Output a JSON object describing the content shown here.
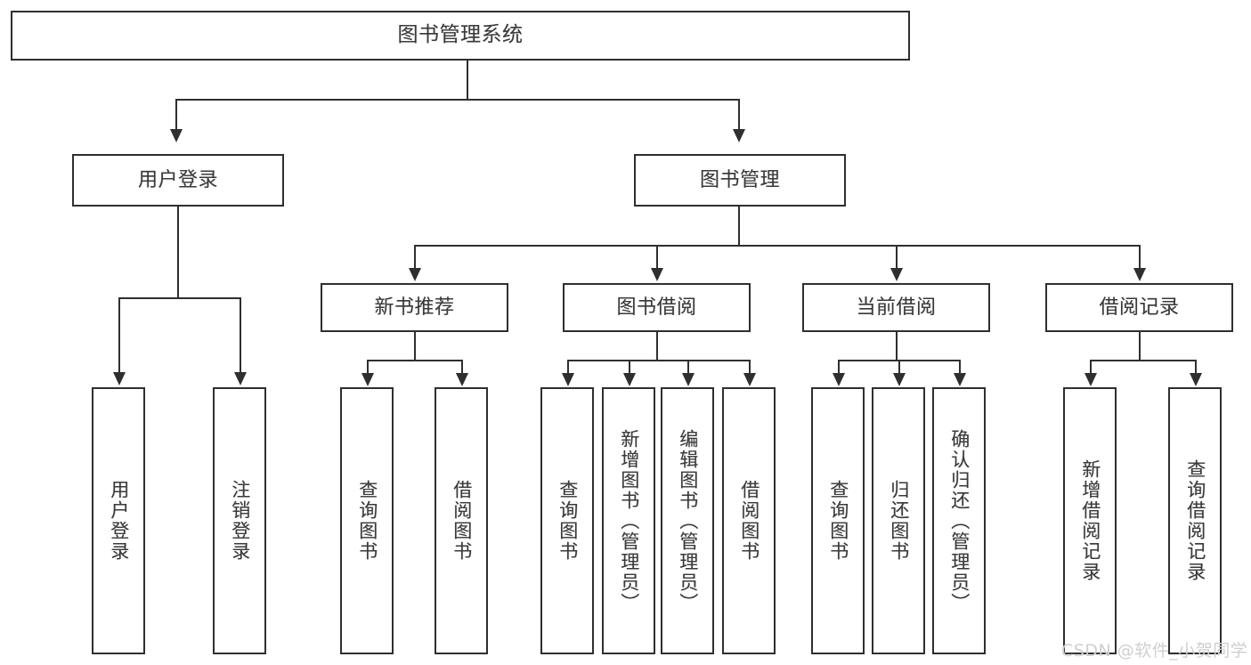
{
  "diagram": {
    "title": "图书管理系统",
    "type": "tree",
    "watermark": "CSDN @软件_小贺同学",
    "colors": {
      "box_border": "#2f2f2f",
      "box_fill": "#ffffff",
      "text": "#3a3a3a",
      "connector": "#2f2f2f",
      "watermark": "#cfcfcf",
      "background": "#ffffff"
    },
    "nodes": {
      "root": {
        "label": "图书管理系统"
      },
      "level1": [
        {
          "id": "user-login",
          "label": "用户登录"
        },
        {
          "id": "book-manage",
          "label": "图书管理"
        }
      ],
      "level2": [
        {
          "id": "new-book-recommend",
          "label": "新书推荐"
        },
        {
          "id": "book-borrow",
          "label": "图书借阅"
        },
        {
          "id": "current-borrow",
          "label": "当前借阅"
        },
        {
          "id": "borrow-record",
          "label": "借阅记录"
        }
      ],
      "leaves": {
        "user_login": [
          {
            "id": "leaf-user-login",
            "label": "用户登录"
          },
          {
            "id": "leaf-logout-login",
            "label": "注销登录"
          }
        ],
        "new_book_recommend": [
          {
            "id": "leaf-query-book-1",
            "label": "查询图书"
          },
          {
            "id": "leaf-borrow-book-1",
            "label": "借阅图书"
          }
        ],
        "book_borrow": [
          {
            "id": "leaf-query-book-2",
            "label": "查询图书"
          },
          {
            "id": "leaf-add-book",
            "label": "新增图书（管理员）"
          },
          {
            "id": "leaf-edit-book",
            "label": "编辑图书（管理员）"
          },
          {
            "id": "leaf-borrow-book-2",
            "label": "借阅图书"
          }
        ],
        "current_borrow": [
          {
            "id": "leaf-query-book-3",
            "label": "查询图书"
          },
          {
            "id": "leaf-return-book",
            "label": "归还图书"
          },
          {
            "id": "leaf-confirm-return",
            "label": "确认归还（管理员）"
          }
        ],
        "borrow_record": [
          {
            "id": "leaf-add-borrow-record",
            "label": "新增借阅记录"
          },
          {
            "id": "leaf-query-borrow-record",
            "label": "查询借阅记录"
          }
        ]
      }
    }
  }
}
